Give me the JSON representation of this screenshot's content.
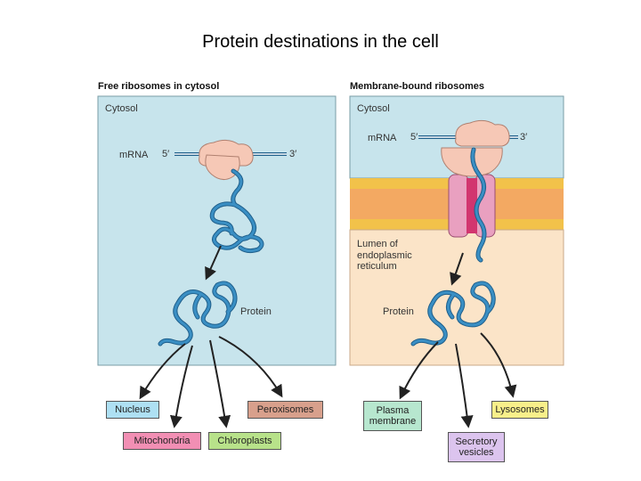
{
  "title": "Protein destinations in the cell",
  "left_panel": {
    "heading": "Free ribosomes in cytosol",
    "region_label": "Cytosol",
    "mrna_label": "mRNA",
    "five_prime": "5′",
    "three_prime": "3′",
    "protein_label": "Protein",
    "destinations": [
      "Nucleus",
      "Peroxisomes",
      "Mitochondria",
      "Chloroplasts"
    ]
  },
  "right_panel": {
    "heading": "Membrane-bound ribosomes",
    "region_label": "Cytosol",
    "mrna_label": "mRNA",
    "five_prime": "5′",
    "three_prime": "3′",
    "lumen_label": "Lumen of endoplasmic reticulum",
    "protein_label": "Protein",
    "destinations": [
      "Plasma membrane",
      "Lysosomes",
      "Secretory vesicles"
    ]
  },
  "colors": {
    "cytosol": "#c7e4ec",
    "lumen": "#fbe4c8",
    "membrane_outer": "#f2c24a",
    "membrane_inner": "#f3a962",
    "ribosome": "#f6c8b6",
    "protein": "#3a8fc4",
    "translocon": "#e9a0c0",
    "channel": "#d2356f",
    "nucleus_box": "#aee0f3",
    "peroxisomes_box": "#d8a08c",
    "mitochondria_box": "#f28fb4",
    "chloroplasts_box": "#b8e28a",
    "plasma_membrane_box": "#b7e7cf",
    "lysosomes_box": "#f8ef8a",
    "secretory_box": "#dcc4ee"
  }
}
